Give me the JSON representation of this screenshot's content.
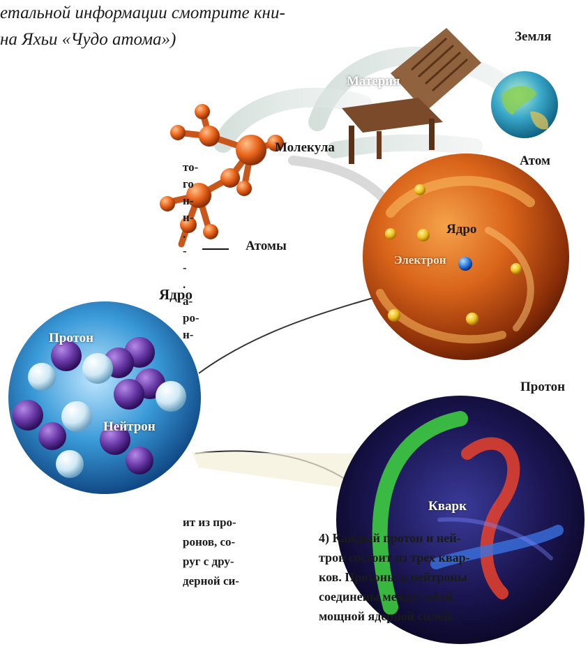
{
  "header": {
    "line1": "етальной информации смотрите кни-",
    "line2": "на Яхьи «Чудо атома»)"
  },
  "labels": {
    "earth": "Земля",
    "matter": "Материя",
    "molecule": "Молекула",
    "atom": "Атом",
    "atoms": "Атомы",
    "nucleus_in_atom": "Ядро",
    "electron": "Электрон",
    "nucleus_title": "Ядро",
    "proton_in_nucleus": "Протон",
    "neutron": "Нейтрон",
    "proton_title": "Протон",
    "quark": "Кварк"
  },
  "side_fragment": [
    "то-",
    "го",
    "н-",
    "н-",
    ".",
    "-",
    "-",
    ".",
    "а-",
    "ро-",
    "н-"
  ],
  "bottom_left_fragment": [
    "ит из про-",
    "ронов, со-",
    "руг с дру-",
    "дерной си-"
  ],
  "caption": [
    "4) Каждый протон и ней-",
    "трон состоит из трех квар-",
    "ков. Протоны и нейтроны",
    "соединены между собой",
    "мощной ядерной силой."
  ],
  "colors": {
    "atom_sphere": "#d9641a",
    "nucleus_sphere": "#2f8fd0",
    "proton_sphere": "#1a1550",
    "molecule": "#e8631a",
    "chair": "#7a4a2a",
    "earth": "#3aa7c9",
    "quark_green": "#3fd63f",
    "quark_red": "#e8422a",
    "quark_blue": "#3a72e0"
  }
}
